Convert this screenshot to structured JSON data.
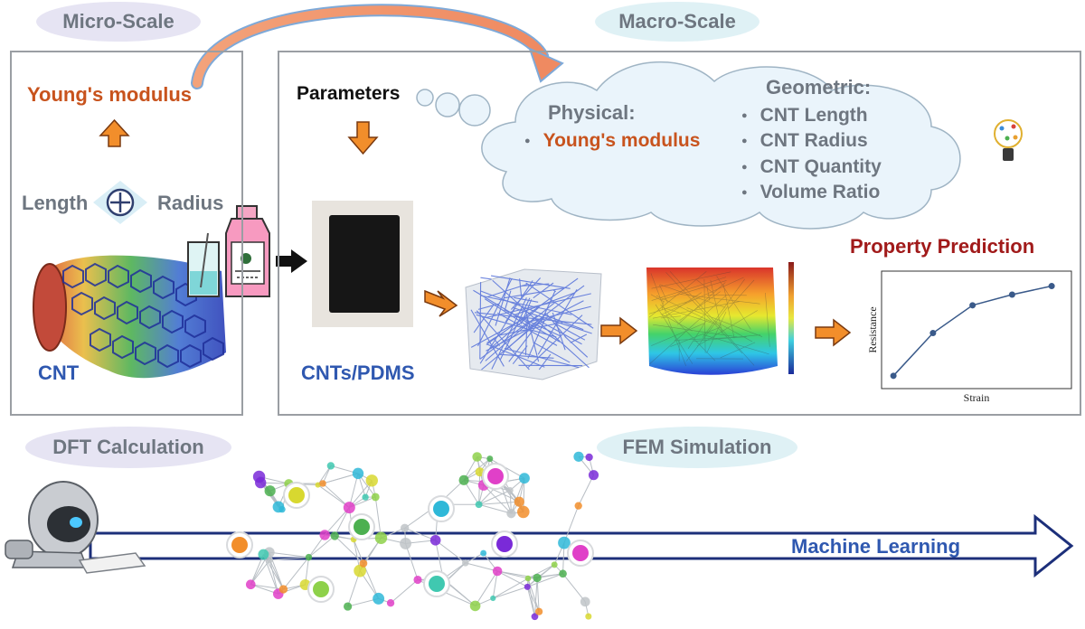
{
  "labels": {
    "micro_scale": "Micro-Scale",
    "macro_scale": "Macro-Scale",
    "youngs_modulus": "Young's modulus",
    "length": "Length",
    "radius": "Radius",
    "cnt": "CNT",
    "parameters": "Parameters",
    "cnts_pdms": "CNTs/PDMS",
    "property_prediction": "Property Prediction",
    "dft_calculation": "DFT  Calculation",
    "fem_simulation": "FEM Simulation",
    "machine_learning": "Machine Learning"
  },
  "cloud": {
    "physical_title": "Physical:",
    "physical_items": [
      "Young's modulus"
    ],
    "geometric_title": "Geometric:",
    "geometric_items": [
      "CNT Length",
      "CNT Radius",
      "CNT Quantity",
      "Volume Ratio"
    ]
  },
  "chart_data": {
    "type": "line",
    "xlabel": "Strain",
    "ylabel": "Resistance",
    "x": [
      1,
      2,
      3,
      4,
      5
    ],
    "y": [
      0.12,
      0.52,
      0.78,
      0.88,
      0.96
    ],
    "xlim": [
      0.7,
      5.5
    ],
    "ylim": [
      0,
      1.1
    ],
    "grid": false
  },
  "colors": {
    "accent_orange": "#c8531d",
    "accent_blue": "#2f58b0",
    "dark_red": "#a11a1a",
    "navy": "#1c2f7a",
    "gray_text": "#6e7680",
    "panel_border": "#9a9ea3",
    "arrow_orange": "#f28e2b"
  }
}
